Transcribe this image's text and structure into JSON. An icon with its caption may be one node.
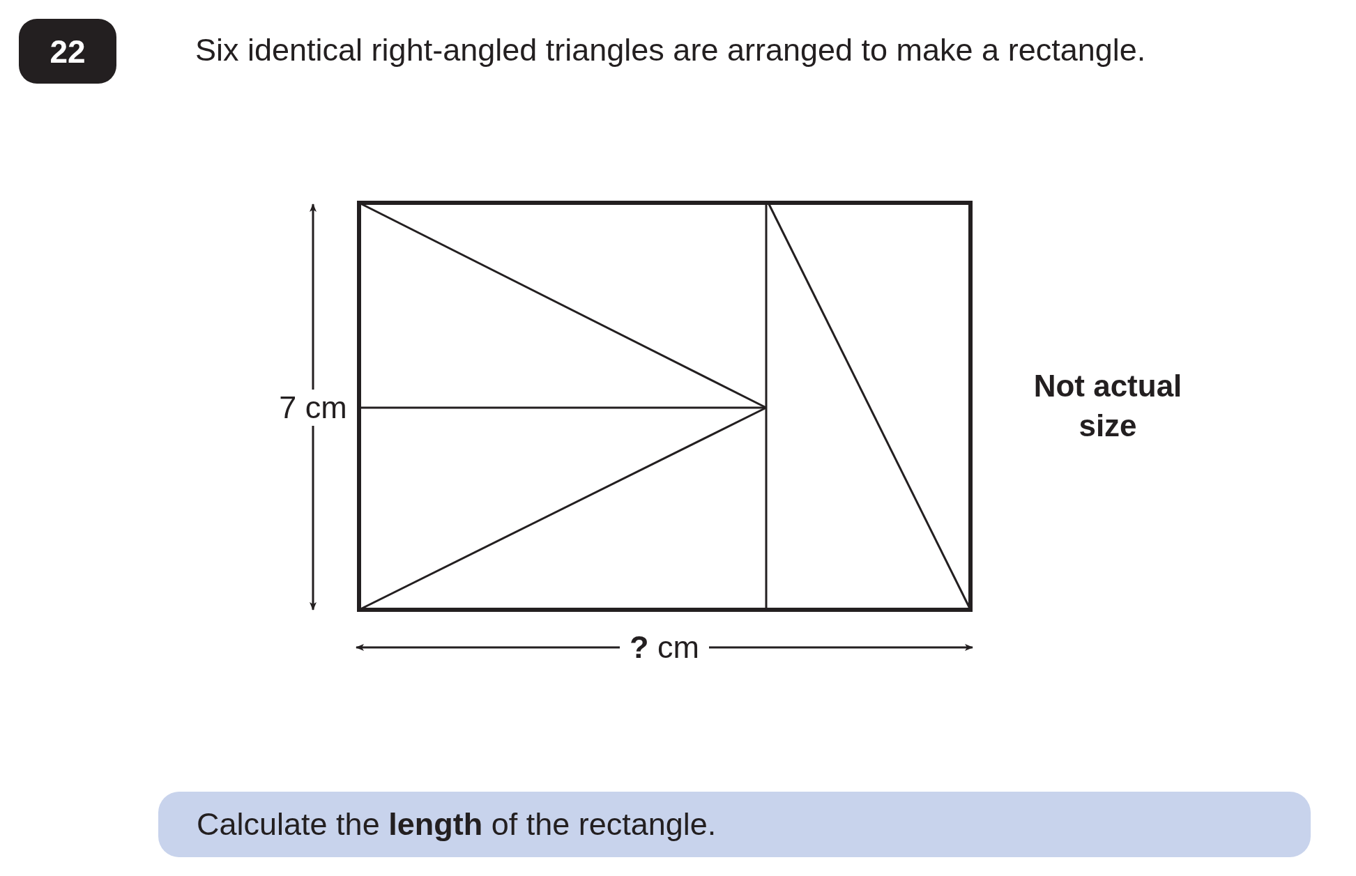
{
  "diagram": {
    "title": "Six identical right-angled triangles are arranged to make a rectangle.",
    "labels": [
      "22",
      "7 cm",
      "Not actual size",
      "**?** cm",
      "Calculate the **length** of the rectangle."
    ]
  }
}
